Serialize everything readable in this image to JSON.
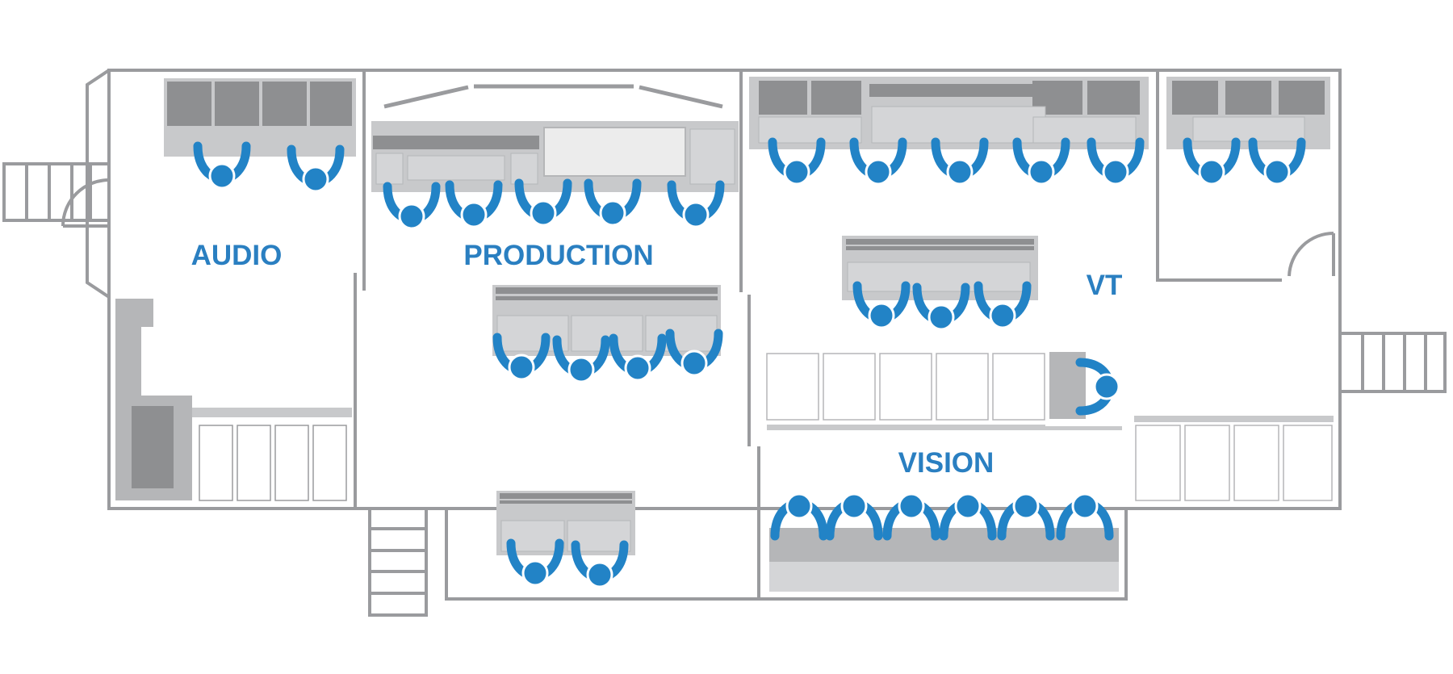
{
  "rooms": {
    "audio": "AUDIO",
    "production": "PRODUCTION",
    "vt": "VT",
    "vision": "VISION"
  },
  "colors": {
    "person": "#2283c6",
    "wall": "#9a9b9e",
    "desk_light": "#c8c9cb",
    "desk_mid": "#b5b6b8",
    "monitor": "#8e8f91",
    "label": "#2a7fc1"
  },
  "icons": {
    "person": "seated-operator-icon",
    "door": "door-swing-icon",
    "stairs": "stairs-icon"
  }
}
